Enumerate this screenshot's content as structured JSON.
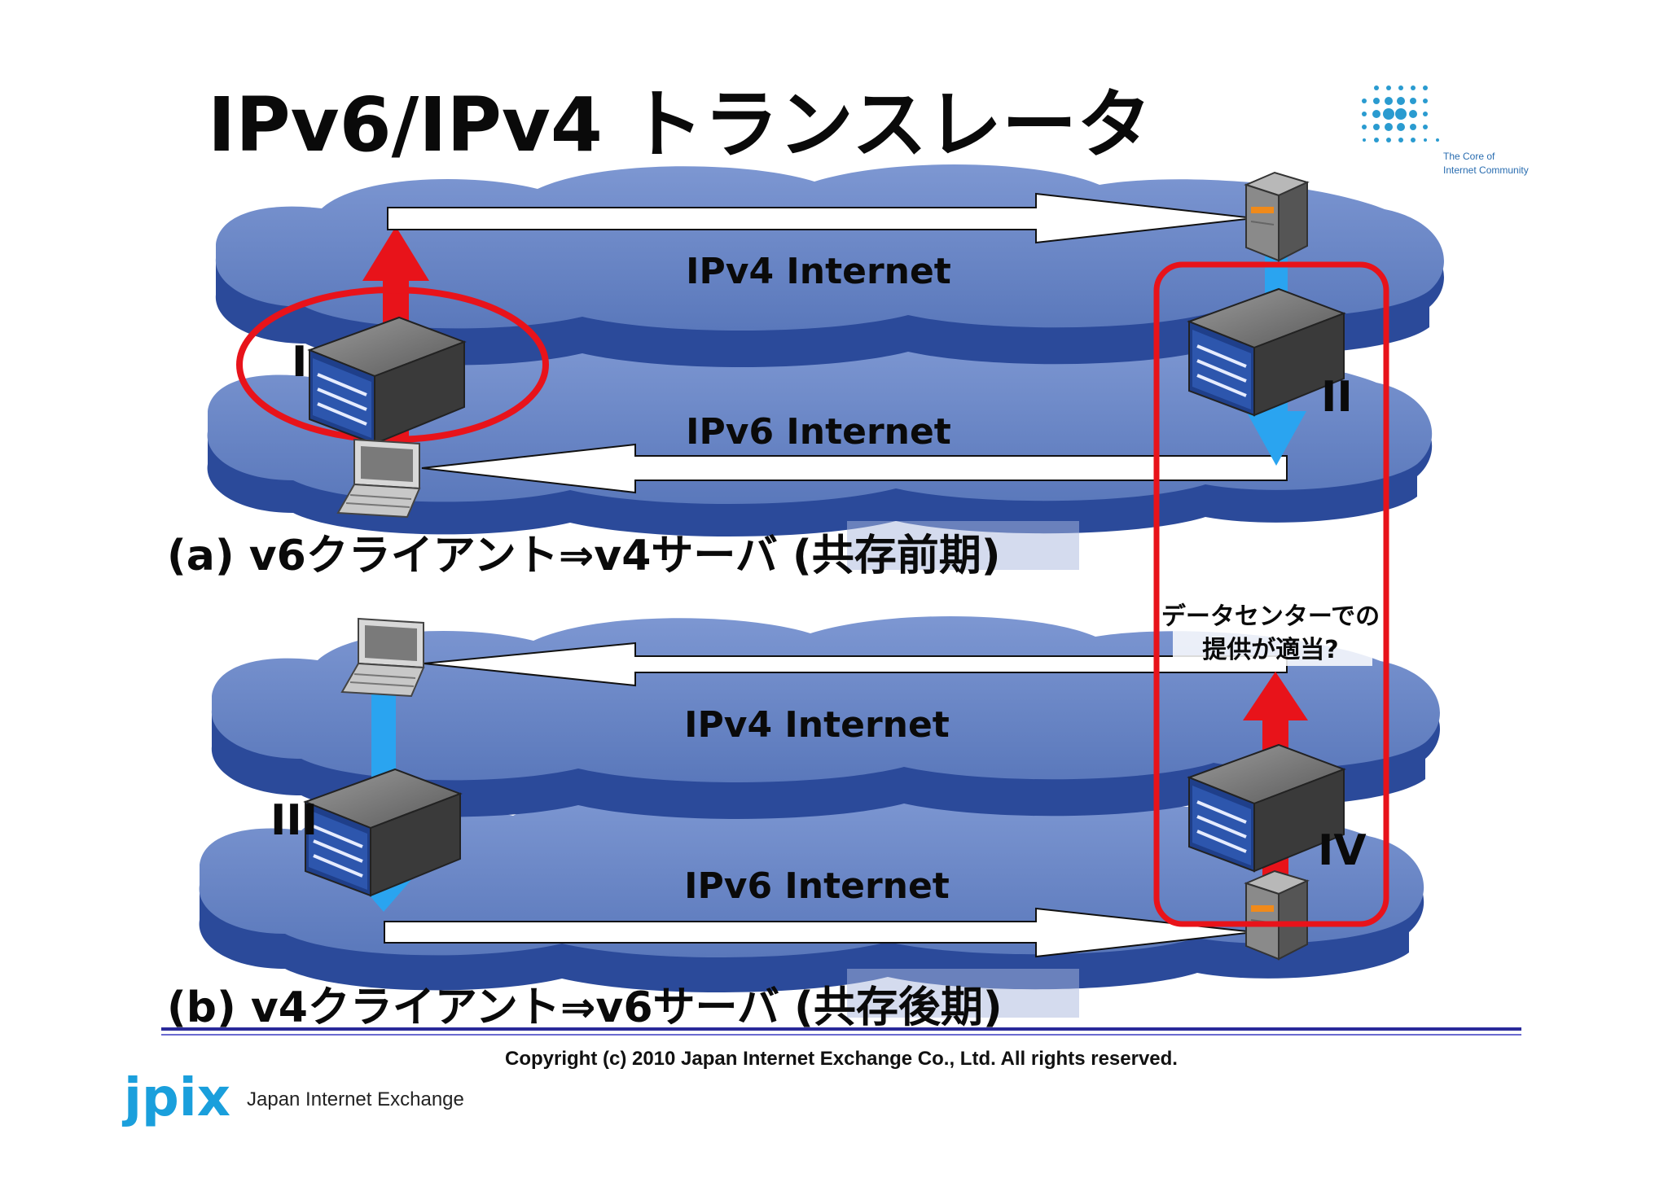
{
  "slide": {
    "title": "IPv6/IPv4 トランスレータ",
    "logo_tagline": [
      "The Core of",
      "Internet Community"
    ],
    "copyright": "Copyright (c) 2010 Japan Internet Exchange Co., Ltd. All rights reserved.",
    "company_logo": "jpix",
    "company_name": "Japan Internet Exchange"
  },
  "diagram_a": {
    "top_network": "IPv4 Internet",
    "bottom_network": "IPv6 Internet",
    "caption": "(a) v6クライアント⇒v4サーバ (共存前期)",
    "translator_left_label": "I",
    "translator_right_label": "II"
  },
  "diagram_b": {
    "top_network": "IPv4 Internet",
    "bottom_network": "IPv6 Internet",
    "caption": "(b) v4クライアント⇒v6サーバ (共存後期)",
    "translator_left_label": "III",
    "translator_right_label": "IV"
  },
  "callout": {
    "line1": "データセンターでの",
    "line2": "提供が適当?"
  },
  "colors": {
    "cloud": "#5f7fc0",
    "cloud_dark": "#2b4a9a",
    "red": "#e8131a",
    "blue": "#2aa4f0",
    "navy": "#2a2a9a"
  }
}
